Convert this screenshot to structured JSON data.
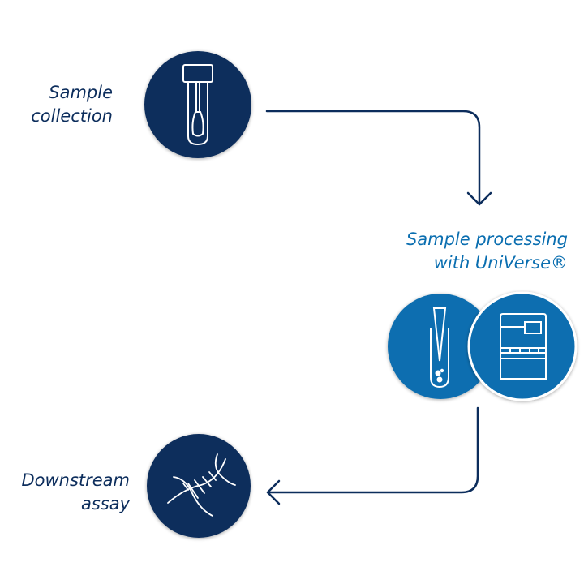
{
  "steps": [
    {
      "id": "collection",
      "label_line1": "Sample",
      "label_line2": "collection",
      "icon": "swab-tube-icon"
    },
    {
      "id": "processing",
      "label_line1": "Sample processing",
      "label_line2": "with UniVerse®",
      "icons": [
        "test-tube-pipette-icon",
        "instrument-icon"
      ]
    },
    {
      "id": "downstream",
      "label_line1": "Downstream",
      "label_line2": "assay",
      "icon": "dna-icon"
    }
  ],
  "colors": {
    "navy": "#0c2d5c",
    "blue": "#0a6eb0",
    "white": "#ffffff"
  }
}
